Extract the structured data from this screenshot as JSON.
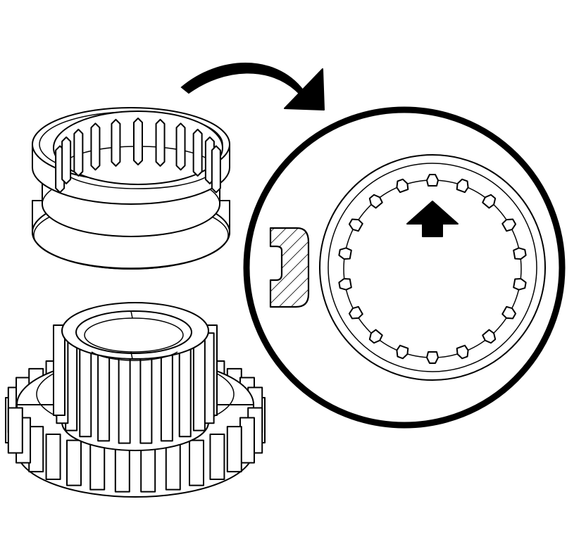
{
  "figure": {
    "colors": {
      "ink": "#000000",
      "paper": "#ffffff"
    },
    "components": {
      "sleeve": {
        "icon": "splined-synchronizer-sleeve"
      },
      "gear": {
        "icon": "spur-gear-with-hub"
      },
      "curved_arrow": {
        "icon": "curved-arrow-right"
      },
      "detail_view": {
        "icon": "magnified-sleeve-end-view",
        "spline_count": 18
      },
      "position_arrow": {
        "icon": "up-arrow-indicator"
      },
      "hatched_section": {
        "icon": "hatched-cross-section"
      }
    }
  }
}
